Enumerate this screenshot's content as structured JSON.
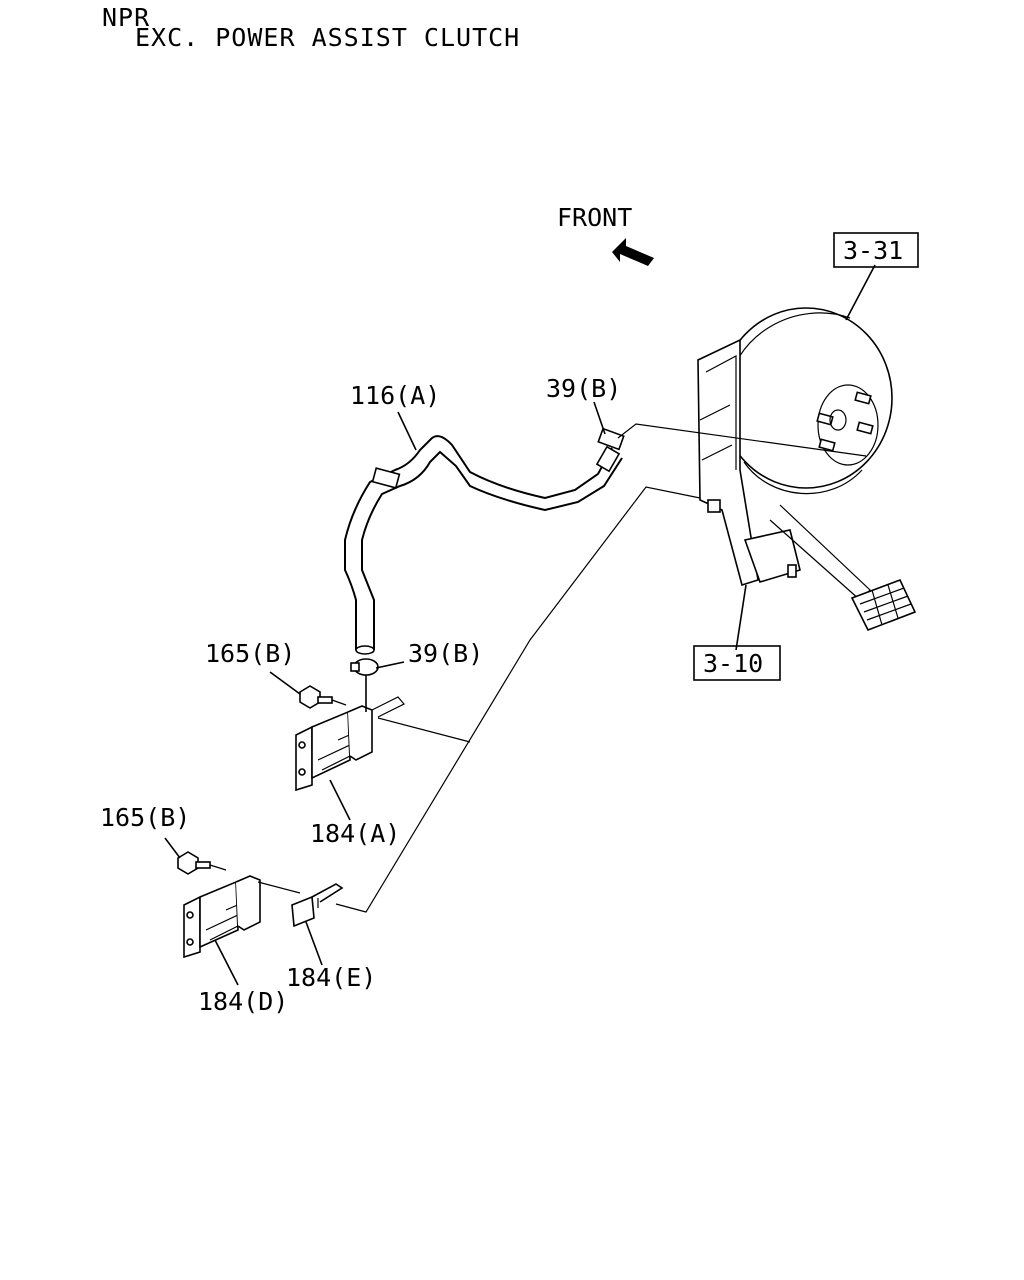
{
  "header": {
    "model": "NPR",
    "variant": "EXC. POWER ASSIST CLUTCH"
  },
  "orientation": {
    "front_label": "FRONT",
    "arrow_icon": "front-direction-arrow"
  },
  "callouts": {
    "ref_3_31": "3-31",
    "ref_3_10": "3-10",
    "hose_116a": "116(A)",
    "clamp_39b_top": "39(B)",
    "clamp_39b_mid": "39(B)",
    "bolt_165b_upper": "165(B)",
    "bolt_165b_lower": "165(B)",
    "bracket_184a": "184(A)",
    "bracket_184d": "184(D)",
    "clip_184e": "184(E)"
  }
}
